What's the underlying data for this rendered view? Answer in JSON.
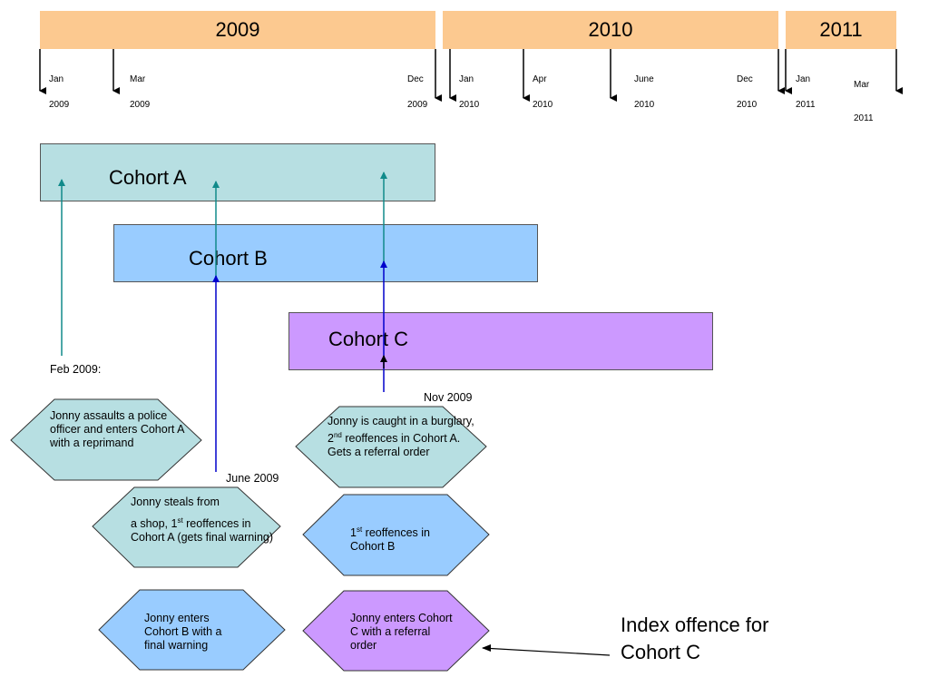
{
  "timeline": {
    "years": [
      "2009",
      "2010",
      "2011"
    ],
    "months": [
      {
        "month": "Jan",
        "year": "2009"
      },
      {
        "month": "Mar",
        "year": "2009"
      },
      {
        "month": "Dec",
        "year": "2009"
      },
      {
        "month": "Jan",
        "year": "2010"
      },
      {
        "month": "Apr",
        "year": "2010"
      },
      {
        "month": "June",
        "year": "2010"
      },
      {
        "month": "Dec",
        "year": "2010"
      },
      {
        "month": "Jan",
        "year": "2011"
      },
      {
        "month": "Mar",
        "year": "2011"
      }
    ]
  },
  "cohorts": {
    "a": "Cohort A",
    "b": "Cohort B",
    "c": "Cohort C"
  },
  "events": {
    "feb2009": {
      "date": "Feb 2009:",
      "text": "Jonny assaults a police officer and enters Cohort A with a reprimand"
    },
    "june2009": {
      "date": "June 2009",
      "text_line1": "Jonny steals from",
      "text_line2_pre": "a shop, 1",
      "text_line2_sup": "st",
      "text_line2_post": " reoffences in Cohort A (gets final warning)"
    },
    "enter_b": {
      "text": "Jonny enters Cohort B with a final warning"
    },
    "nov2009": {
      "date": "Nov  2009",
      "text_pre": "Jonny is caught in a burglary, 2",
      "text_sup": "nd",
      "text_post": " reoffences in Cohort A. Gets a referral order"
    },
    "reoffence_b": {
      "text_pre": "1",
      "text_sup": "st",
      "text_post": " reoffences in Cohort B"
    },
    "enter_c": {
      "text": "Jonny enters Cohort C with a referral order"
    }
  },
  "annotation": {
    "text": "Index offence for Cohort C"
  },
  "colors": {
    "year_band": "#fcc990",
    "cohort_a": "#b7dfe2",
    "cohort_b": "#99ccff",
    "cohort_c": "#cc99ff",
    "teal_arrow": "#108a8a",
    "blue_arrow": "#0000cc"
  }
}
